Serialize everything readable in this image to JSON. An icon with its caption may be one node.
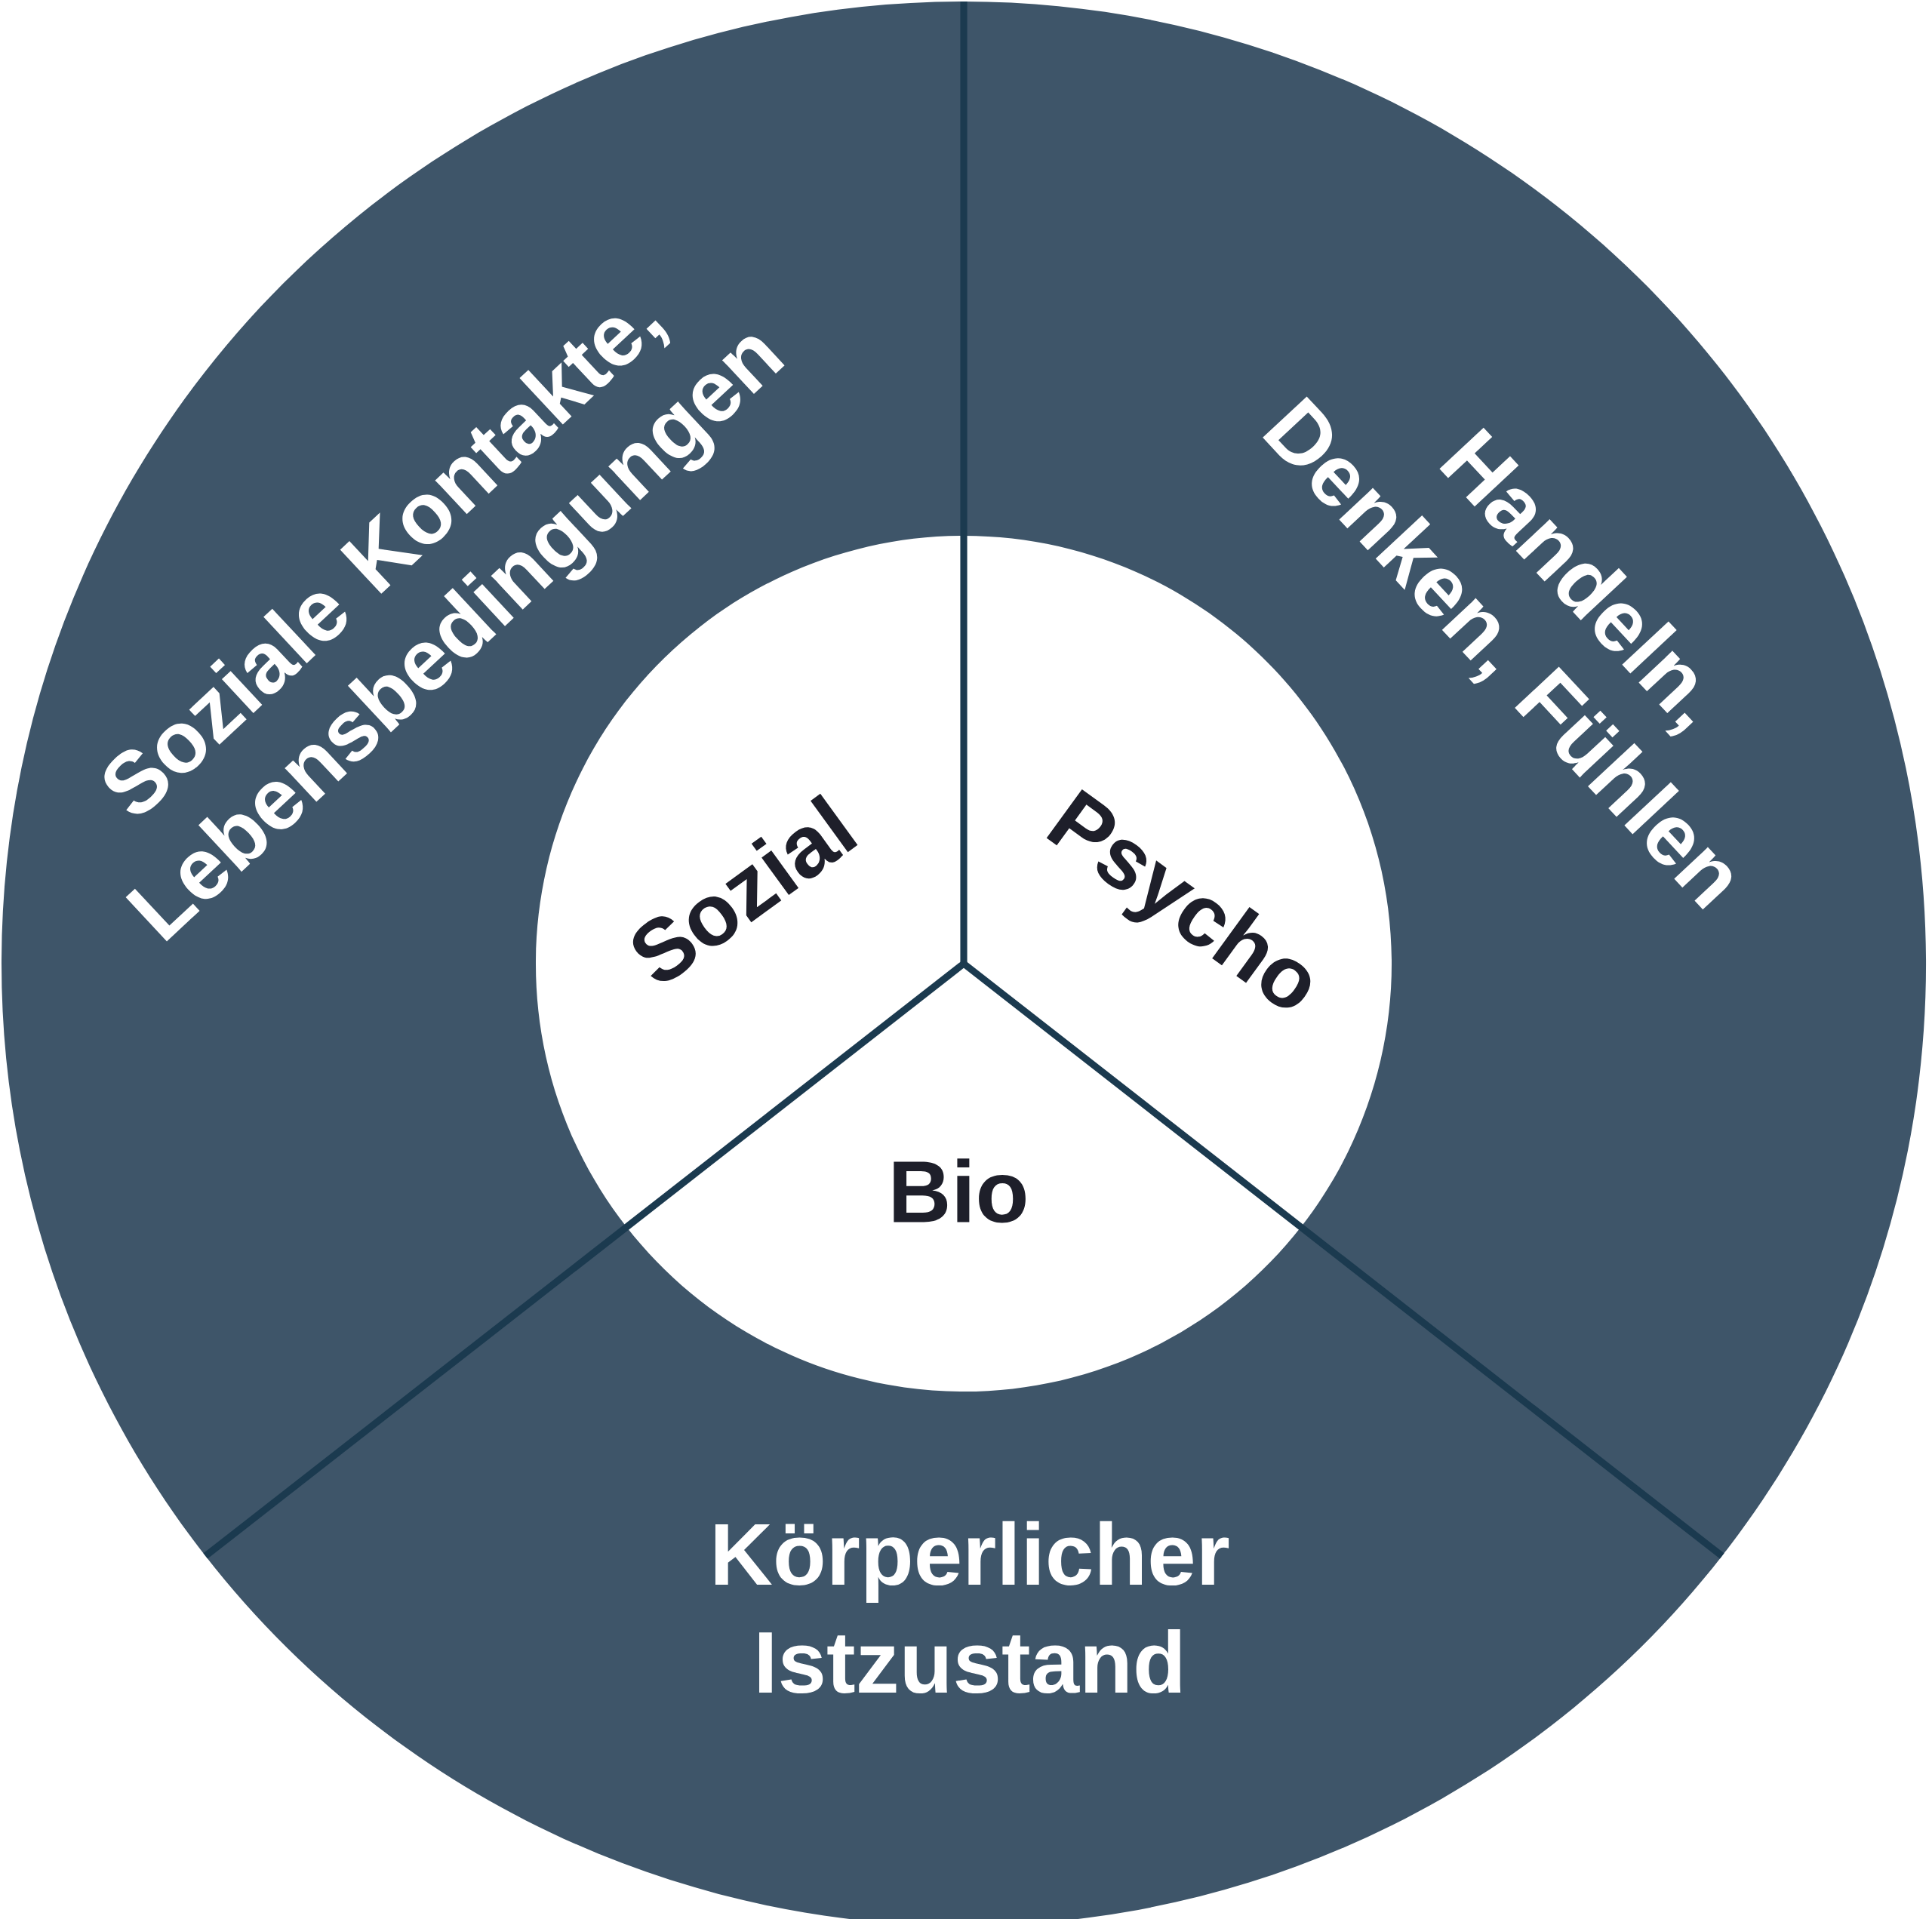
{
  "diagram": {
    "nodes": [
      {
        "text": [
          "Soziale Kontakte, Lebensbedingungen"
        ]
      },
      {
        "text": [
          "Handeln, Denken, Fühlen"
        ]
      },
      {
        "text": [
          "Sozial"
        ]
      },
      {
        "text": [
          "Psycho"
        ]
      },
      {
        "text": [
          "Bio"
        ]
      },
      {
        "text": [
          "Körperlicher Istzustand"
        ]
      }
    ]
  }
}
